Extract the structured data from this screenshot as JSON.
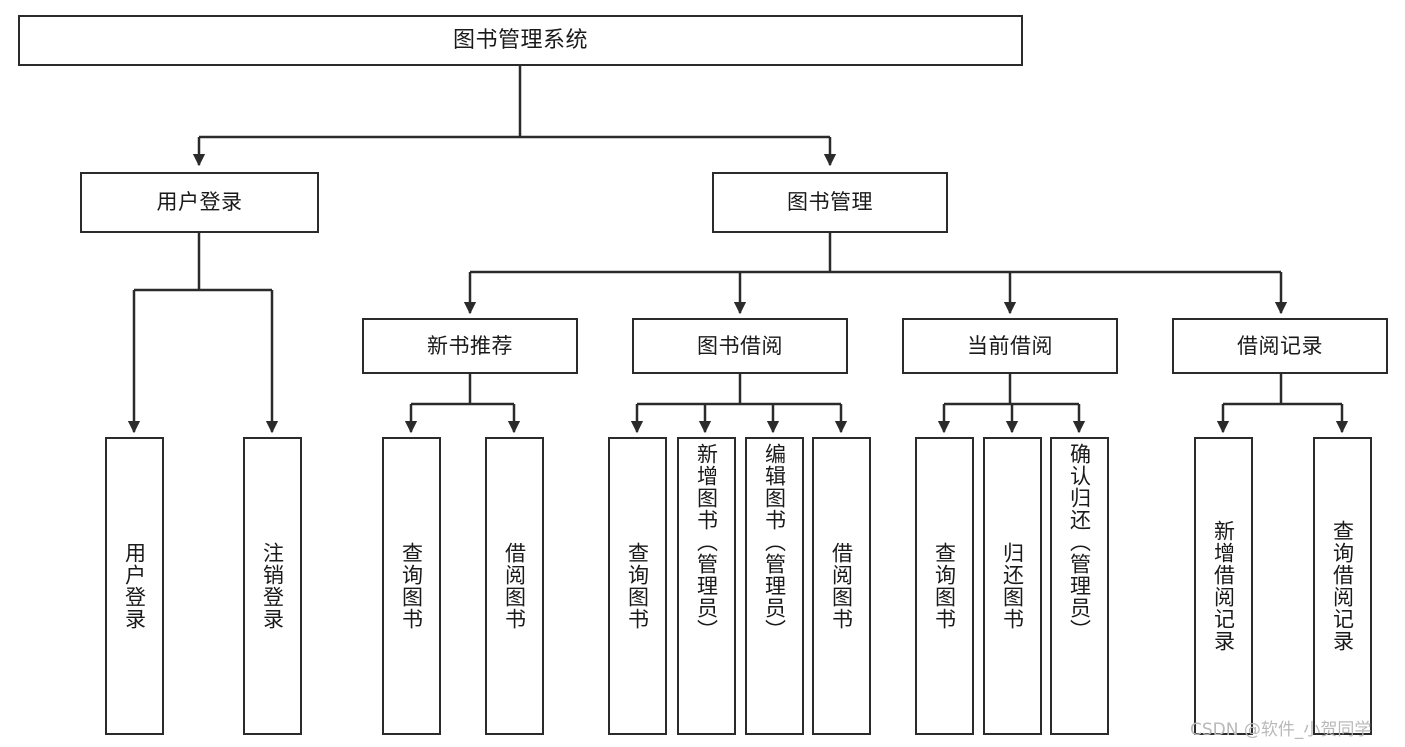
{
  "diagram": {
    "type": "tree",
    "title": "图书管理系统",
    "orientation": "top-down",
    "background_color": "#ffffff",
    "stroke_color": "#2b2b2b",
    "text_color": "#1a1a1a"
  },
  "nodes": {
    "root": {
      "label": "图书管理系统"
    },
    "level1": [
      {
        "label": "用户登录"
      },
      {
        "label": "图书管理"
      }
    ],
    "level2": [
      {
        "label": "新书推荐"
      },
      {
        "label": "图书借阅"
      },
      {
        "label": "当前借阅"
      },
      {
        "label": "借阅记录"
      }
    ],
    "leaves": {
      "user_login": [
        {
          "label": "用户登录"
        },
        {
          "label": "注销登录"
        }
      ],
      "new_book": [
        {
          "label": "查询图书"
        },
        {
          "label": "借阅图书"
        }
      ],
      "borrow_book": [
        {
          "label": "查询图书"
        },
        {
          "label": "新增图书（管理员）"
        },
        {
          "label": "编辑图书（管理员）"
        },
        {
          "label": "借阅图书"
        }
      ],
      "current_borrow": [
        {
          "label": "查询图书"
        },
        {
          "label": "归还图书"
        },
        {
          "label": "确认归还（管理员）"
        }
      ],
      "borrow_record": [
        {
          "label": "新增借阅记录"
        },
        {
          "label": "查询借阅记录"
        }
      ]
    }
  },
  "watermark": {
    "text": "CSDN @软件_小贺同学"
  }
}
